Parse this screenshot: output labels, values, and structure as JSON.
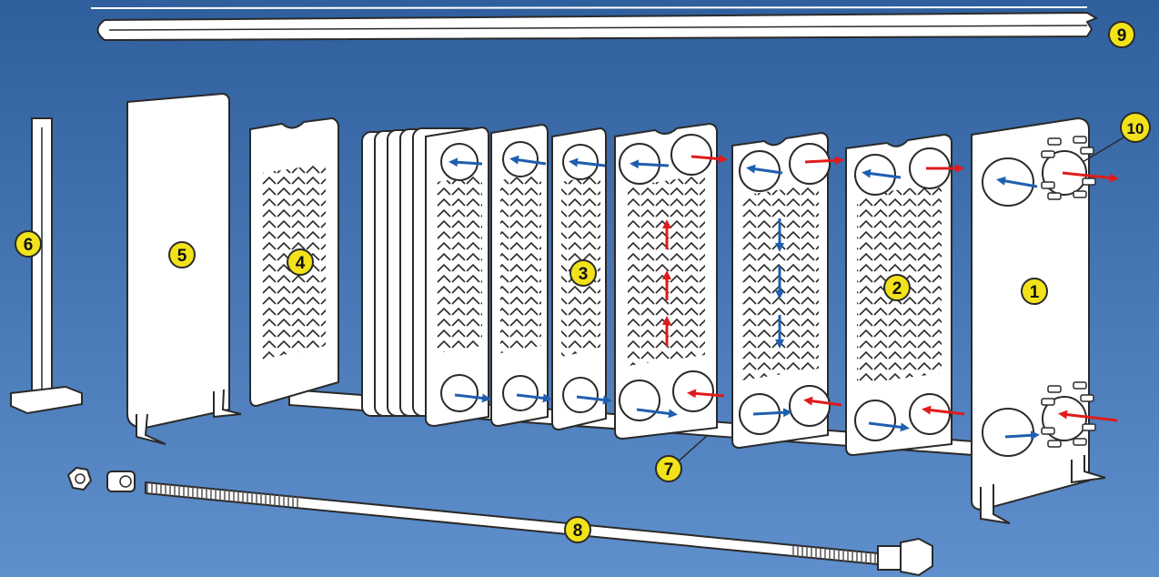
{
  "colors": {
    "background_top": "#2f5f9c",
    "background_bottom": "#5f8fcc",
    "plate": "#ffffff",
    "outline": "#2a2a2a",
    "hot_arrow": "#e01b1b",
    "cold_arrow": "#1f5fb0",
    "badge": "#f2e21a"
  },
  "labels": {
    "frame_plate": "1",
    "channel_plate": "2",
    "plate_pack": "3",
    "end_plate": "4",
    "pressure_plate": "5",
    "support_column": "6",
    "lower_guide_bar": "7",
    "tightening_bolt": "8",
    "upper_guide_bar": "9",
    "port_studs": "10"
  }
}
